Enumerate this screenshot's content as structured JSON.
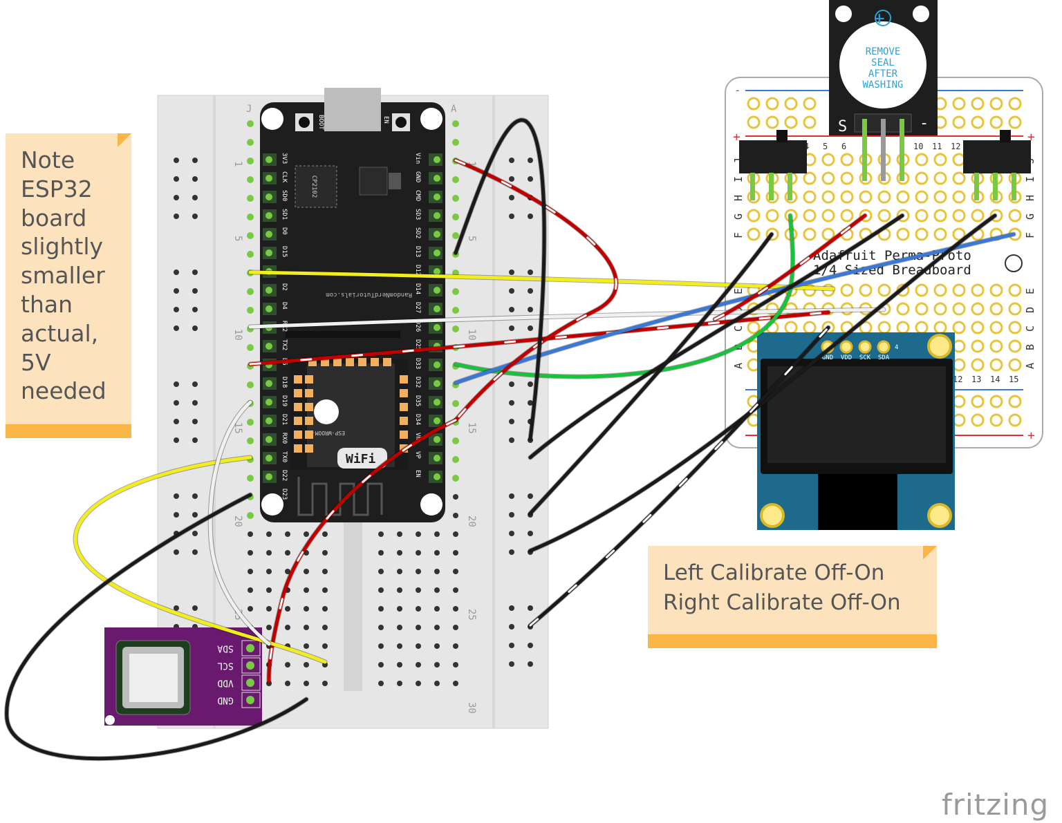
{
  "notes": {
    "esp32": "Note\nESP32\nboard\nslightly\nsmaller\nthan\nactual,\n5V\nneeded",
    "calibrate": "Left Calibrate Off-On\nRight Calibrate Off-On"
  },
  "brand": "fritzing",
  "buzzer": {
    "plus": "+",
    "label_lines": [
      "REMOVE",
      "SEAL",
      "AFTER",
      "WASHING"
    ],
    "pin_s": "S",
    "pin_minus": "-"
  },
  "protoboard": {
    "title_line1": "Adafruit Perma-Proto",
    "title_line2": "1/4 Sized Breadboard",
    "row_letters_left": [
      "J",
      "I",
      "H",
      "G",
      "F",
      "E",
      "D",
      "C",
      "B",
      "A"
    ],
    "column_numbers": [
      "4",
      "5",
      "6",
      "10",
      "11",
      "12",
      "12",
      "13",
      "14",
      "15"
    ],
    "rail_plus": "+",
    "rail_minus": "-"
  },
  "oled": {
    "pins": [
      "GND",
      "VDD",
      "SCK",
      "SDA"
    ],
    "pin_count": "4"
  },
  "esp32": {
    "chip": "CP2102",
    "boot": "BOOT",
    "en": "EN",
    "site": "RandomNerdTutorials.com",
    "module": "ESP-WROOM-32",
    "wifi": "WiFi",
    "left_pins": [
      "3V3",
      "CLK",
      "SD0",
      "SD1",
      "D0",
      "D15",
      "D2",
      "D4",
      "RX2",
      "TX2",
      "D5",
      "D18",
      "D19",
      "D21",
      "RX0",
      "TX0",
      "D22",
      "D23"
    ],
    "right_pins": [
      "Vin",
      "GND",
      "CMD",
      "SD3",
      "SD2",
      "D13",
      "D12",
      "D14",
      "D27",
      "D26",
      "D25",
      "D33",
      "D32",
      "D35",
      "D34",
      "VN",
      "VP",
      "EN"
    ]
  },
  "breadboard": {
    "col_letters": [
      "J",
      "A"
    ],
    "row_numbers": [
      "1",
      "5",
      "10",
      "15",
      "20",
      "25",
      "30"
    ]
  },
  "sensor": {
    "pins": [
      "SDA",
      "SCL",
      "VDD",
      "GND"
    ]
  },
  "colors": {
    "wire_red": "#c00000",
    "wire_black": "#1a1a1a",
    "wire_yellow": "#f2ee1e",
    "wire_white": "#f0f0f0",
    "wire_green": "#18c23a",
    "wire_blue": "#3a78d8",
    "note_bg": "#fde3bd",
    "note_bar": "#f9b547",
    "pcb_purple": "#6a1a6e",
    "oled_blue": "#1d6a8c"
  }
}
